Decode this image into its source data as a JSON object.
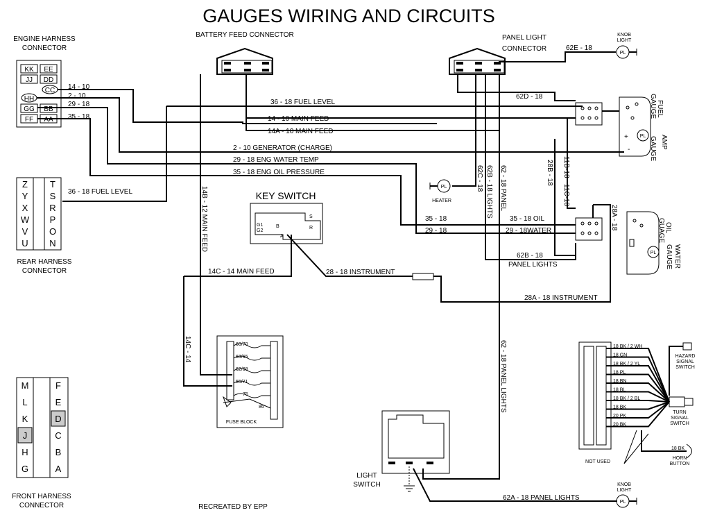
{
  "title": "GAUGES WIRING AND CIRCUITS",
  "credit": "RECREATED BY EPP",
  "connectors": {
    "engine_harness": "ENGINE HARNESS CONNECTOR",
    "engine_cells": [
      "KK",
      "EE",
      "JJ",
      "DD",
      "CC",
      "HH",
      "GG",
      "BB",
      "FF",
      "AA"
    ],
    "rear_harness": "REAR HARNESS CONNECTOR",
    "rear_left": [
      "Z",
      "Y",
      "X",
      "W",
      "V",
      "U"
    ],
    "rear_right": [
      "T",
      "S",
      "R",
      "P",
      "O",
      "N"
    ],
    "front_harness": "FRONT HARNESS CONNECTOR",
    "front_left": [
      "M",
      "L",
      "K",
      "J",
      "H",
      "G"
    ],
    "front_right": [
      "F",
      "E",
      "D",
      "C",
      "B",
      "A"
    ],
    "battery_feed": "BATTERY FEED CONNECTOR",
    "panel_light": "PANEL LIGHT CONNECTOR"
  },
  "components": {
    "key_switch": "KEY SWITCH",
    "key_switch_terms": [
      "G1",
      "G2",
      "B",
      "S",
      "R",
      "A"
    ],
    "fuse_block": "FUSE BLOCK",
    "fuse_labels": [
      "60/70",
      "63/65",
      "62/68",
      "55/71",
      "75",
      "86"
    ],
    "light_switch": "LIGHT SWITCH",
    "heater": "HEATER",
    "knob_light": "KNOB LIGHT",
    "pl": "PL",
    "fuel_gauge": "FUEL GAUGE",
    "amp_gauge": "AMP GAUGE",
    "oil_gauge": "OIL GAUGE",
    "water_gauge": "WATER GAUGE",
    "hazard_switch": "HAZARD SIGNAL SWITCH",
    "turn_switch": "TURN SIGNAL SWITCH",
    "horn_button": "HORN BUTTON",
    "not_used": "NOT USED"
  },
  "wires": {
    "w14_10": "14 - 10",
    "w2_10": "2 - 10",
    "w29_18": "29 - 18",
    "w35_18": "35 - 18",
    "fuel_level": "36 - 18  FUEL LEVEL",
    "main_feed": "14 - 10  MAIN FEED",
    "main_feed_a": "14A - 10 MAIN FEED",
    "generator": "2 - 10   GENERATOR (CHARGE)",
    "water_temp": "29 - 18   ENG WATER TEMP",
    "oil_pressure": "35 - 18  ENG OIL PRESSURE",
    "rear_fuel": "36 - 18   FUEL LEVEL",
    "main_feed_b": "14B - 12 MAIN FEED",
    "main_feed_c": "14C - 14  MAIN FEED",
    "w14c_14": "14C - 14",
    "instrument": "28 - 18   INSTRUMENT",
    "instrument_a": "28A - 18  INSTRUMENT",
    "oil": "35 - 18  OIL",
    "w35": "35 - 18",
    "w29": "29 - 18",
    "water": "29 - 18WATER",
    "panel_lights_b": "62B - 18",
    "panel_lights_b2": "PANEL LIGHTS",
    "w62e": "62E - 18",
    "w62d": "62D - 18",
    "w62c": "62C - 18",
    "w62b_lights": "62B - 18  LIGHTS",
    "w62_panel": "62 - 18  PANEL",
    "w28b": "28B - 18",
    "w11b": "11B-18",
    "w11c": "11C-18",
    "w28a_v": "28A - 18",
    "panel_lights_62": "62 - 18  PANEL LIGHTS",
    "panel_lights_62a": "62A - 18  PANEL LIGHTS"
  },
  "turn_wires": [
    "18 BK / 2 WH",
    "18 GN",
    "18 BK / 2 YL",
    "18 PL",
    "18 BN",
    "18 BL",
    "18 BK / 2 BL",
    "18 BK",
    "20 PK",
    "20 BK"
  ],
  "horn_wire": "18 BK"
}
